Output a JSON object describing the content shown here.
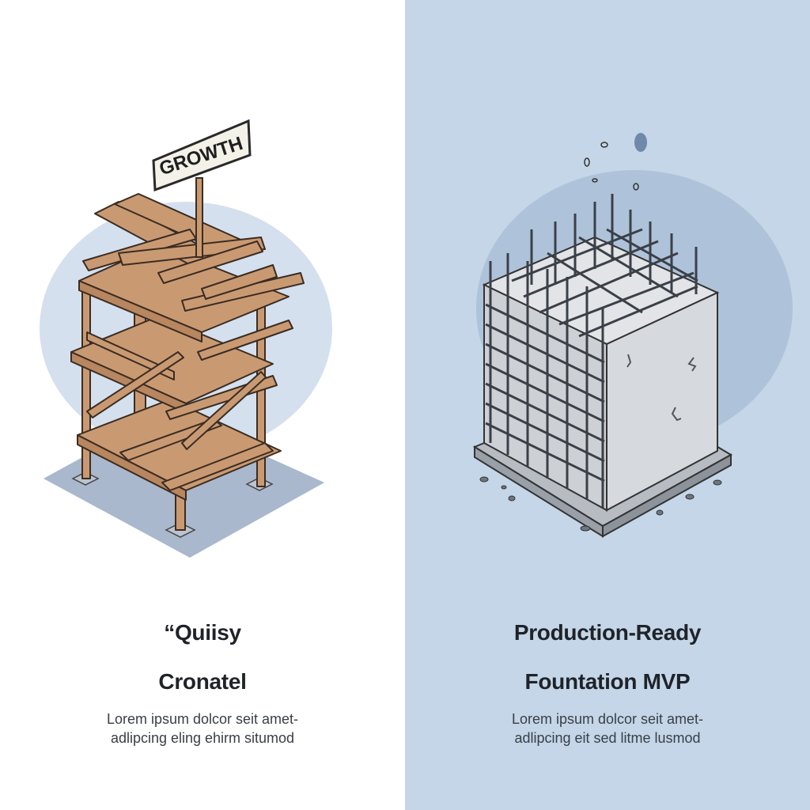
{
  "left": {
    "sign_text": "GROWTH",
    "title_line1": "“Quiisy",
    "title_line2": "Cronatel",
    "desc_line1": "Lorem ipsum dolcor seit amet-",
    "desc_line2": "adlipcing eling ehirm situmod"
  },
  "right": {
    "title_line1": "Production-Ready",
    "title_line2": "Fountation MVP",
    "desc_line1": "Lorem ipsum dolcor seit amet-",
    "desc_line2": "adlipcing eit sed litme lusmod"
  },
  "colors": {
    "left_bg": "#ffffff",
    "right_bg": "#c4d6e8",
    "wood": "#c99a72",
    "concrete": "#d3d6da",
    "rebar": "#3b4048"
  }
}
